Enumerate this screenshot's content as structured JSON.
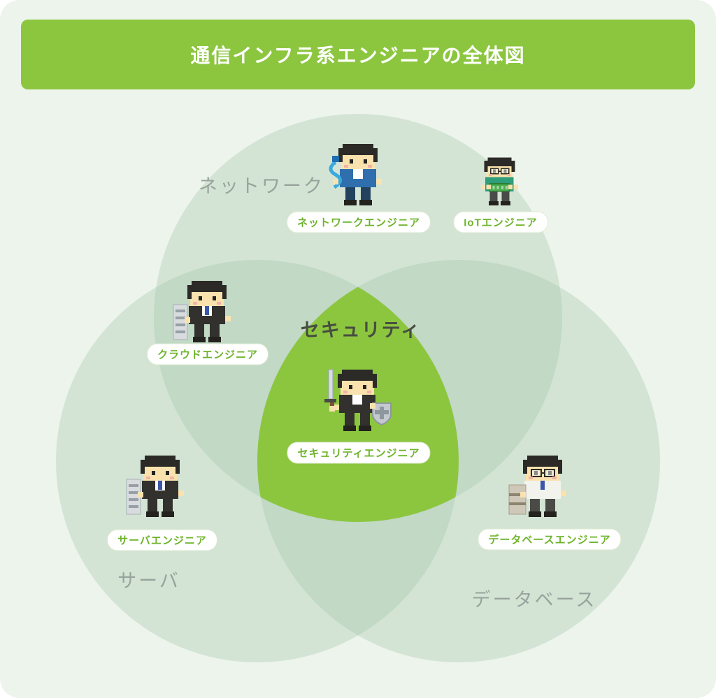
{
  "title": "通信インフラ系エンジニアの全体図",
  "diagram": {
    "circles": [
      {
        "id": "network",
        "label": "ネットワーク"
      },
      {
        "id": "server",
        "label": "サーバ"
      },
      {
        "id": "database",
        "label": "データベース"
      }
    ],
    "center_label": "セキュリティ",
    "roles": [
      {
        "id": "network-engineer",
        "label": "ネットワークエンジニア"
      },
      {
        "id": "iot-engineer",
        "label": "IoTエンジニア"
      },
      {
        "id": "cloud-engineer",
        "label": "クラウドエンジニア"
      },
      {
        "id": "security-engineer",
        "label": "セキュリティエンジニア"
      },
      {
        "id": "server-engineer",
        "label": "サーバエンジニア"
      },
      {
        "id": "database-engineer",
        "label": "データベースエンジニア"
      }
    ],
    "colors": {
      "accent": "#8cc63f",
      "page_bg": "#edf4ec",
      "circle_fill": "#9cc4a4",
      "pill_text": "#6db32b",
      "area_label": "#98a39c"
    }
  }
}
